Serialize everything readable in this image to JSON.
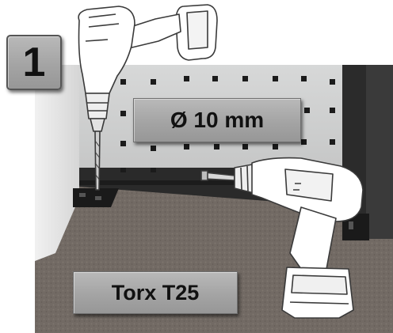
{
  "step": {
    "number": "1"
  },
  "labels": {
    "drill_size": "Ø 10 mm",
    "screw_bit": "Torx T25"
  },
  "icons": [
    "drill-icon",
    "screwdriver-drill-icon"
  ],
  "colors": {
    "label_bg": "#a8a8a8",
    "pegboard": "#cfd0d0",
    "floor": "#6e6660"
  }
}
